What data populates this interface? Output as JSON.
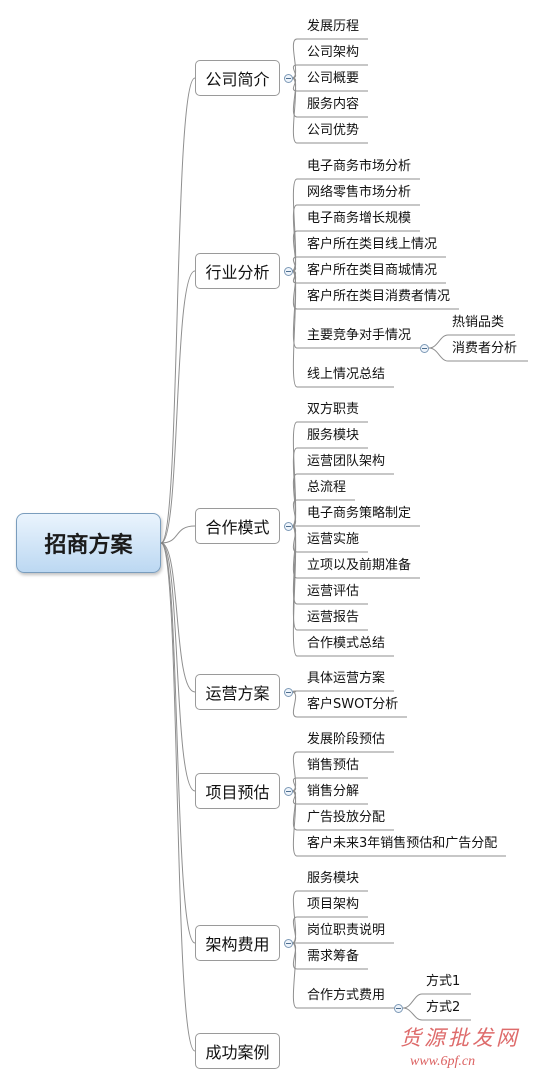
{
  "root": "招商方案",
  "branches": [
    {
      "label": "公司简介",
      "items": [
        {
          "label": "发展历程"
        },
        {
          "label": "公司架构"
        },
        {
          "label": "公司概要"
        },
        {
          "label": "服务内容"
        },
        {
          "label": "公司优势"
        }
      ]
    },
    {
      "label": "行业分析",
      "items": [
        {
          "label": "电子商务市场分析"
        },
        {
          "label": "网络零售市场分析"
        },
        {
          "label": "电子商务增长规模"
        },
        {
          "label": "客户所在类目线上情况"
        },
        {
          "label": "客户所在类目商城情况"
        },
        {
          "label": "客户所在类目消费者情况"
        },
        {
          "label": "主要竞争对手情况",
          "children": [
            "热销品类",
            "消费者分析"
          ]
        },
        {
          "label": "线上情况总结"
        }
      ]
    },
    {
      "label": "合作模式",
      "items": [
        {
          "label": "双方职责"
        },
        {
          "label": "服务模块"
        },
        {
          "label": "运营团队架构"
        },
        {
          "label": "总流程"
        },
        {
          "label": "电子商务策略制定"
        },
        {
          "label": "运营实施"
        },
        {
          "label": "立项以及前期准备"
        },
        {
          "label": "运营评估"
        },
        {
          "label": "运营报告"
        },
        {
          "label": "合作模式总结"
        }
      ]
    },
    {
      "label": "运营方案",
      "items": [
        {
          "label": "具体运营方案"
        },
        {
          "label": "客户SWOT分析"
        }
      ]
    },
    {
      "label": "项目预估",
      "items": [
        {
          "label": "发展阶段预估"
        },
        {
          "label": "销售预估"
        },
        {
          "label": "销售分解"
        },
        {
          "label": "广告投放分配"
        },
        {
          "label": "客户未来3年销售预估和广告分配"
        }
      ]
    },
    {
      "label": "架构费用",
      "items": [
        {
          "label": "服务模块"
        },
        {
          "label": "项目架构"
        },
        {
          "label": "岗位职责说明"
        },
        {
          "label": "需求筹备"
        },
        {
          "label": "合作方式费用",
          "children": [
            "方式1",
            "方式2"
          ]
        }
      ]
    },
    {
      "label": "成功案例",
      "items": []
    }
  ],
  "watermark": {
    "text": "货源批发网",
    "url": "www.6pf.cn"
  },
  "colors": {
    "line": "#8f8f8f",
    "root_fill": "#c9e1f6",
    "root_border": "#7a9dbd",
    "watermark": "#d33a3a"
  }
}
